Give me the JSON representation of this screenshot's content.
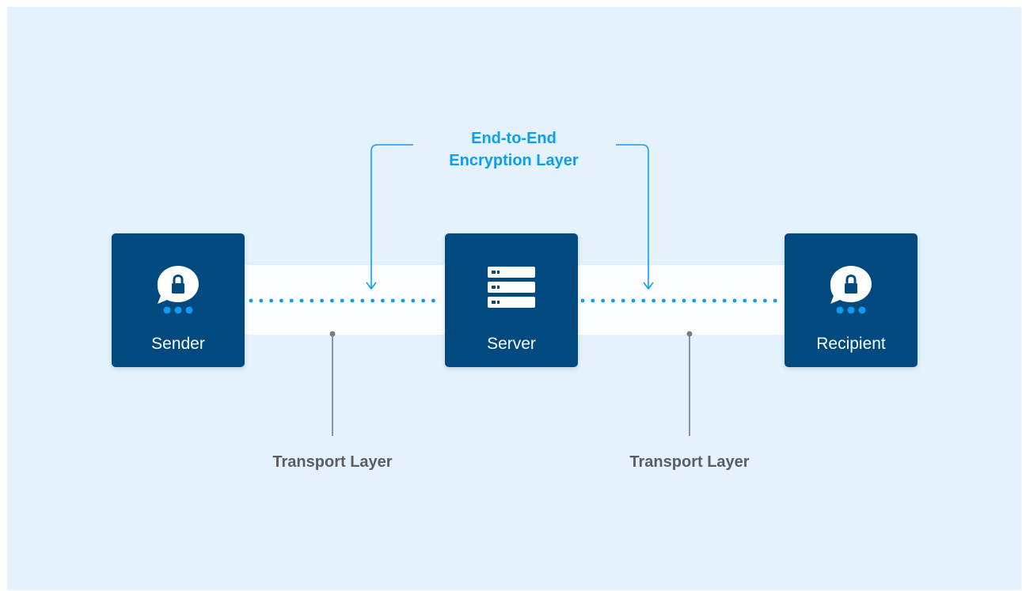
{
  "nodes": {
    "sender": {
      "label": "Sender",
      "icon": "secure-chat-icon"
    },
    "server": {
      "label": "Server",
      "icon": "server-icon"
    },
    "recipient": {
      "label": "Recipient",
      "icon": "secure-chat-icon"
    }
  },
  "encryption_layer": {
    "line1": "End-to-End",
    "line2": "Encryption Layer"
  },
  "transport_layers": [
    {
      "label": "Transport Layer"
    },
    {
      "label": "Transport Layer"
    }
  ],
  "colors": {
    "background": "#e3f2fc",
    "node": "#004a7f",
    "accent": "#0d9ef2",
    "transport_text": "#5b5d60",
    "connector_gray": "#7a7c80"
  }
}
